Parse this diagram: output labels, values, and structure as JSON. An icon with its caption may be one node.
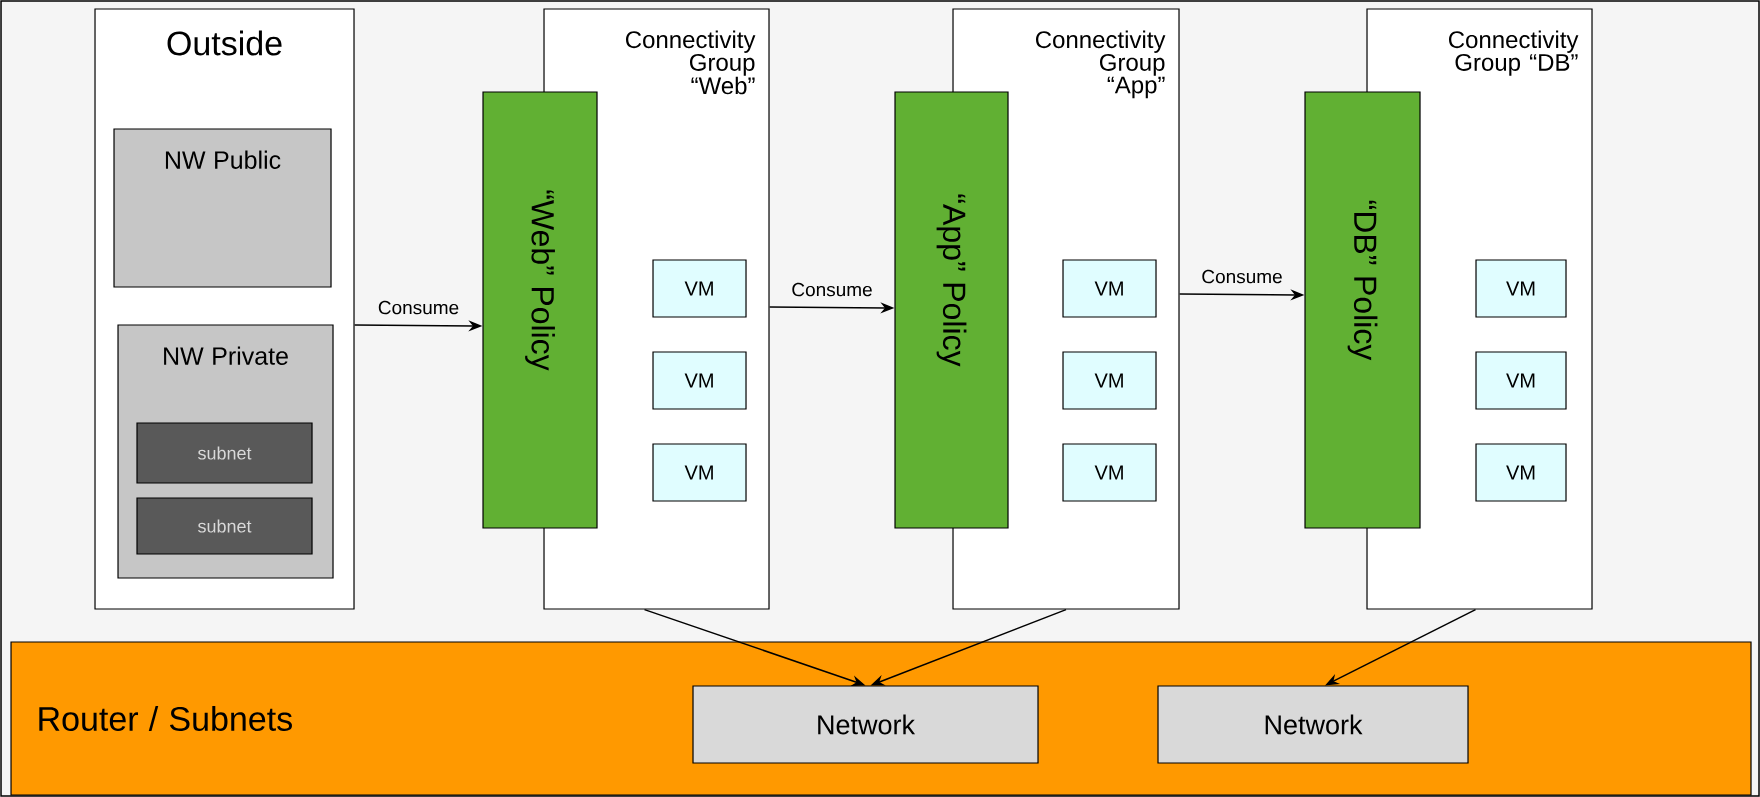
{
  "diagram": {
    "nodes": [
      {
        "text": [
          "Outside"
        ]
      },
      {
        "text": [
          "NW Public"
        ],
        "in": 0
      },
      {
        "text": [
          "NW Private"
        ],
        "in": 0
      },
      {
        "text": [
          "subnet"
        ],
        "in": 2
      },
      {
        "text": [
          "subnet"
        ],
        "in": 2
      },
      {
        "text": [
          "“Web” Policy"
        ]
      },
      {
        "text": [
          "Connectivity Group “Web”"
        ]
      },
      {
        "text": [
          "VM"
        ],
        "in": 6
      },
      {
        "text": [
          "VM"
        ],
        "in": 6
      },
      {
        "text": [
          "VM"
        ],
        "in": 6
      },
      {
        "text": [
          "“App” Policy"
        ]
      },
      {
        "text": [
          "Connectivity Group “App”"
        ]
      },
      {
        "text": [
          "VM"
        ],
        "in": 11
      },
      {
        "text": [
          "VM"
        ],
        "in": 11
      },
      {
        "text": [
          "VM"
        ],
        "in": 11
      },
      {
        "text": [
          "“DB” Policy"
        ]
      },
      {
        "text": [
          "Connectivity Group “DB”"
        ]
      },
      {
        "text": [
          "VM"
        ],
        "in": 16
      },
      {
        "text": [
          "VM"
        ],
        "in": 16
      },
      {
        "text": [
          "VM"
        ],
        "in": 16
      },
      {
        "text": [
          "Router / Subnets"
        ]
      },
      {
        "text": [
          "Network"
        ],
        "in": 20
      },
      {
        "text": [
          "Network"
        ],
        "in": 20
      }
    ],
    "edges": [
      {
        "from": 0,
        "to": 5,
        "arrow": "to",
        "label": "Consume"
      },
      {
        "from": 6,
        "to": 10,
        "arrow": "to",
        "label": "Consume"
      },
      {
        "from": 11,
        "to": 15,
        "arrow": "to",
        "label": "Consume"
      },
      {
        "from": 6,
        "to": 21,
        "arrow": "to"
      },
      {
        "from": 11,
        "to": 21,
        "arrow": "to"
      },
      {
        "from": 16,
        "to": 22,
        "arrow": "to"
      }
    ]
  }
}
